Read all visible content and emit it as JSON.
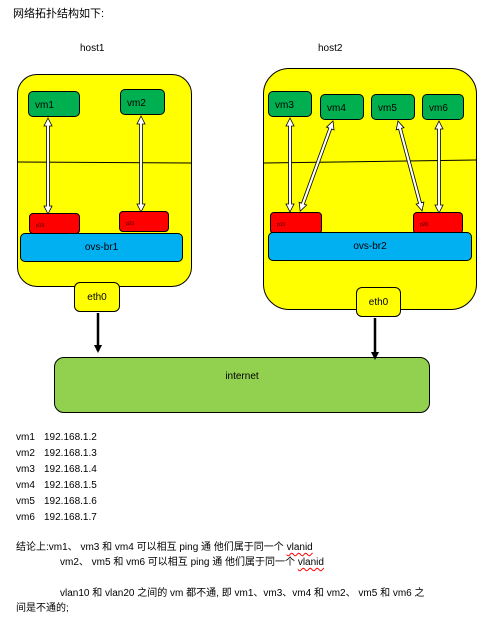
{
  "title": "网络拓扑结构如下:",
  "hosts": [
    {
      "label": "host1",
      "vms": [
        "vm1",
        "vm2"
      ],
      "ports": [
        "p10",
        "p20"
      ],
      "bridge": "ovs-br1",
      "eth": "eth0"
    },
    {
      "label": "host2",
      "vms": [
        "vm3",
        "vm4",
        "vm5",
        "vm6"
      ],
      "ports": [
        "p10",
        "p20"
      ],
      "bridge": "ovs-br2",
      "eth": "eth0"
    }
  ],
  "internet": "internet",
  "ip_table": [
    {
      "vm": "vm1",
      "ip": "192.168.1.2"
    },
    {
      "vm": "vm2",
      "ip": "192.168.1.3"
    },
    {
      "vm": "vm3",
      "ip": "192.168.1.4"
    },
    {
      "vm": "vm4",
      "ip": "192.168.1.5"
    },
    {
      "vm": "vm5",
      "ip": "192.168.1.6"
    },
    {
      "vm": "vm6",
      "ip": "192.168.1.7"
    }
  ],
  "conclusion": {
    "line1_prefix": "结论上:vm1、 vm3 和 vm4 可以相互 ping 通 他们属于同一个 ",
    "line1_word": "vlanid",
    "line2_prefix": "vm2、 vm5 和 vm6 可以相互 ping 通 他们属于同一个 ",
    "line2_word": "vlanid",
    "line3": "vlan10 和 vlan20 之间的 vm 都不通, 即 vm1、vm3、vm4 和 vm2、 vm5 和 vm6 之",
    "line4": "间是不通的;"
  }
}
